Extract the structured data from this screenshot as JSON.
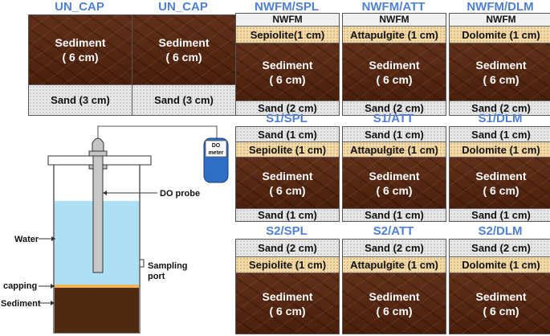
{
  "columns": [
    {
      "title": "UN_CAP"
    },
    {
      "title": "UN_CAP"
    },
    {
      "title": "NWFM/SPL"
    },
    {
      "title": "NWFM/ATT"
    },
    {
      "title": "NWFM/DLM"
    }
  ],
  "panels": {
    "uncap1": {
      "sediment": [
        "Sediment",
        "( 6 cm)"
      ],
      "sand": "Sand (3 cm)"
    },
    "uncap2": {
      "sediment": [
        "Sediment",
        "( 6 cm)"
      ],
      "sand": "Sand (3 cm)"
    },
    "nwfm_spl": {
      "top": "NWFM",
      "cap": "Sepiolite(1 cm)",
      "sediment": [
        "Sediment",
        "( 6 cm)"
      ],
      "sand": "Sand (2 cm)"
    },
    "nwfm_att": {
      "top": "NWFM",
      "cap": "Attapulgite (1 cm)",
      "sediment": [
        "Sediment",
        "( 6 cm)"
      ],
      "sand": "Sand (2 cm)"
    },
    "nwfm_dlm": {
      "top": "NWFM",
      "cap": "Dolomite (1 cm)",
      "sediment": [
        "Sediment",
        "( 6 cm)"
      ],
      "sand": "Sand (2 cm)"
    },
    "s1_spl": {
      "title": "S1/SPL",
      "top": "Sand (1 cm)",
      "cap": "Sepiolite (1 cm)",
      "sediment": [
        "Sediment",
        "( 6 cm)"
      ],
      "sand": "Sand (1 cm)"
    },
    "s1_att": {
      "title": "S1/ATT",
      "top": "Sand (1 cm)",
      "cap": "Attapulgite (1 cm)",
      "sediment": [
        "Sediment",
        "( 6 cm)"
      ],
      "sand": "Sand (1 cm)"
    },
    "s1_dlm": {
      "title": "S1/DLM",
      "top": "Sand (1 cm)",
      "cap": "Dolomite (1 cm)",
      "sediment": [
        "Sediment",
        "( 6 cm)"
      ],
      "sand": "Sand (1 cm)"
    },
    "s2_spl": {
      "title": "S2/SPL",
      "top": "Sand (2 cm)",
      "cap": "Sepiolite (1 cm)",
      "sediment": [
        "Sediment",
        "( 6 cm)"
      ]
    },
    "s2_att": {
      "title": "S2/ATT",
      "top": "Sand (2 cm)",
      "cap": "Attapulgite (1 cm)",
      "sediment": [
        "Sediment",
        "( 6 cm)"
      ]
    },
    "s2_dlm": {
      "title": "S2/DLM",
      "top": "Sand (2 cm)",
      "cap": "Dolomite (1 cm)",
      "sediment": [
        "Sediment",
        "( 6 cm)"
      ]
    }
  },
  "apparatus": {
    "meter_line1": "DO",
    "meter_line2": "meter",
    "do_probe": "DO probe",
    "water": "Water",
    "sampling_port_line1": "Sampling",
    "sampling_port_line2": "port",
    "capping": "capping",
    "sediment": "Sediment"
  },
  "colors": {
    "title_blue": "#4f7fd6",
    "water": "#aee0f5",
    "sediment": "#5a2a12",
    "cap_layer": "#f3d9a6",
    "meter": "#2e6ec4"
  }
}
